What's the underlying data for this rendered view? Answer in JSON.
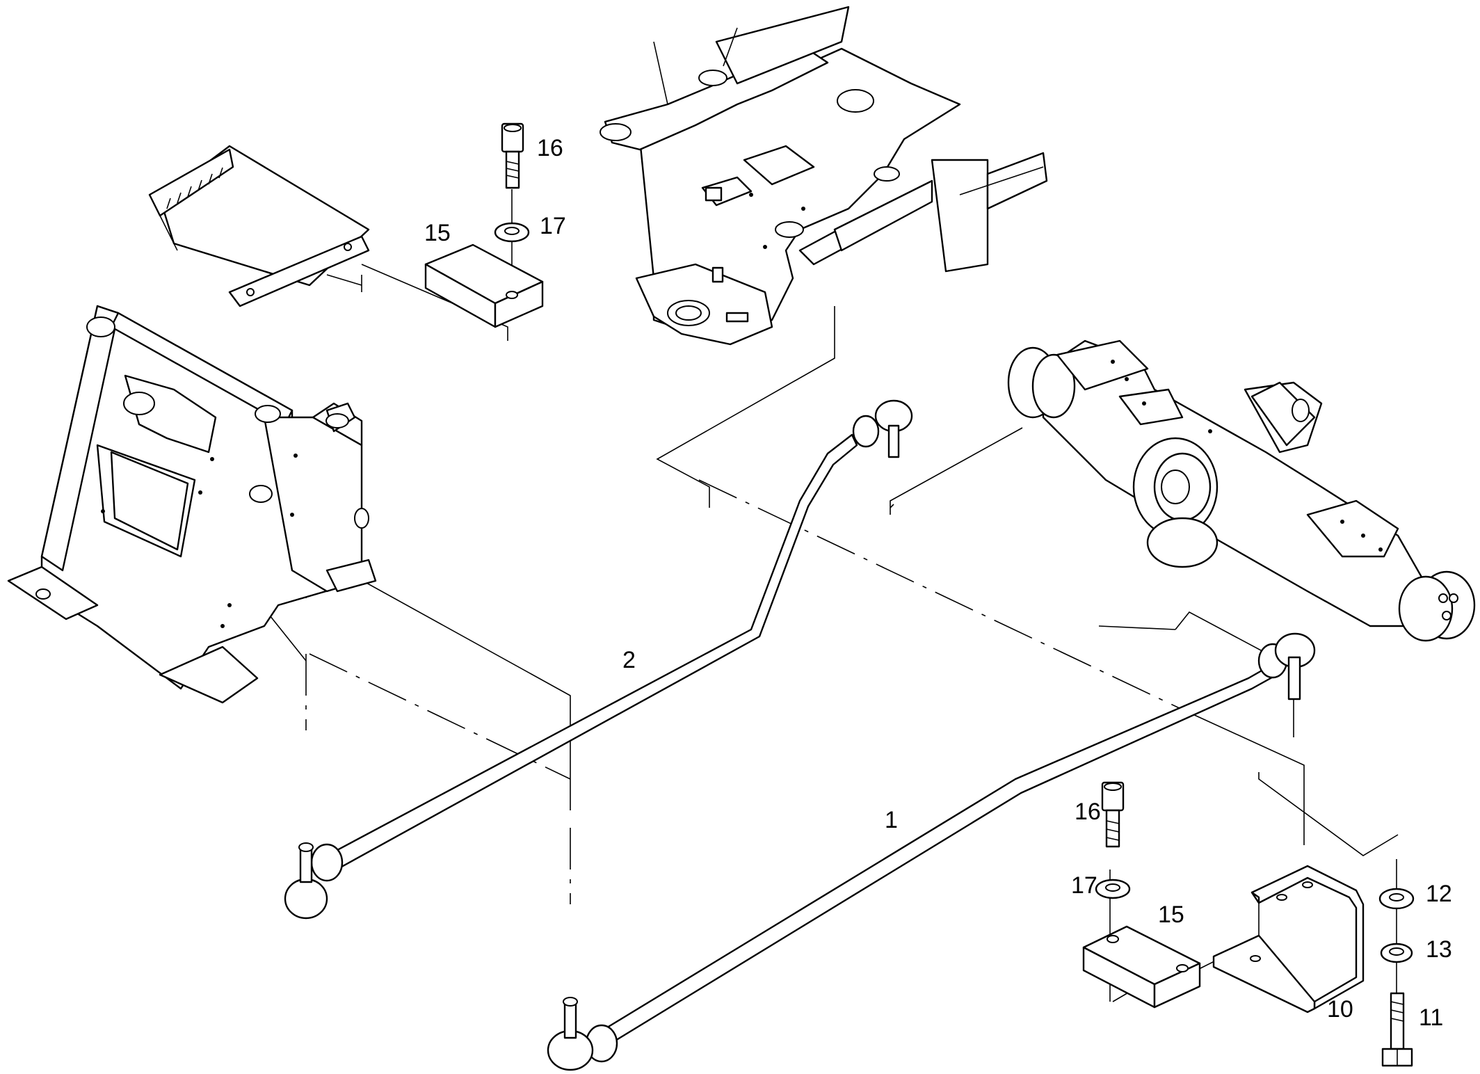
{
  "callouts": {
    "rod_long": "1",
    "rod_short": "2",
    "bracket": "10",
    "bolt_bottom": "11",
    "washer_top": "12",
    "washer_mid": "13",
    "block_top": "15",
    "block_bottom": "15",
    "bolt_top": "16",
    "bolt_bottom_left": "16",
    "washer_top_left": "17",
    "washer_bottom_left": "17"
  },
  "colors": {
    "line": "#000000",
    "background": "#ffffff"
  }
}
